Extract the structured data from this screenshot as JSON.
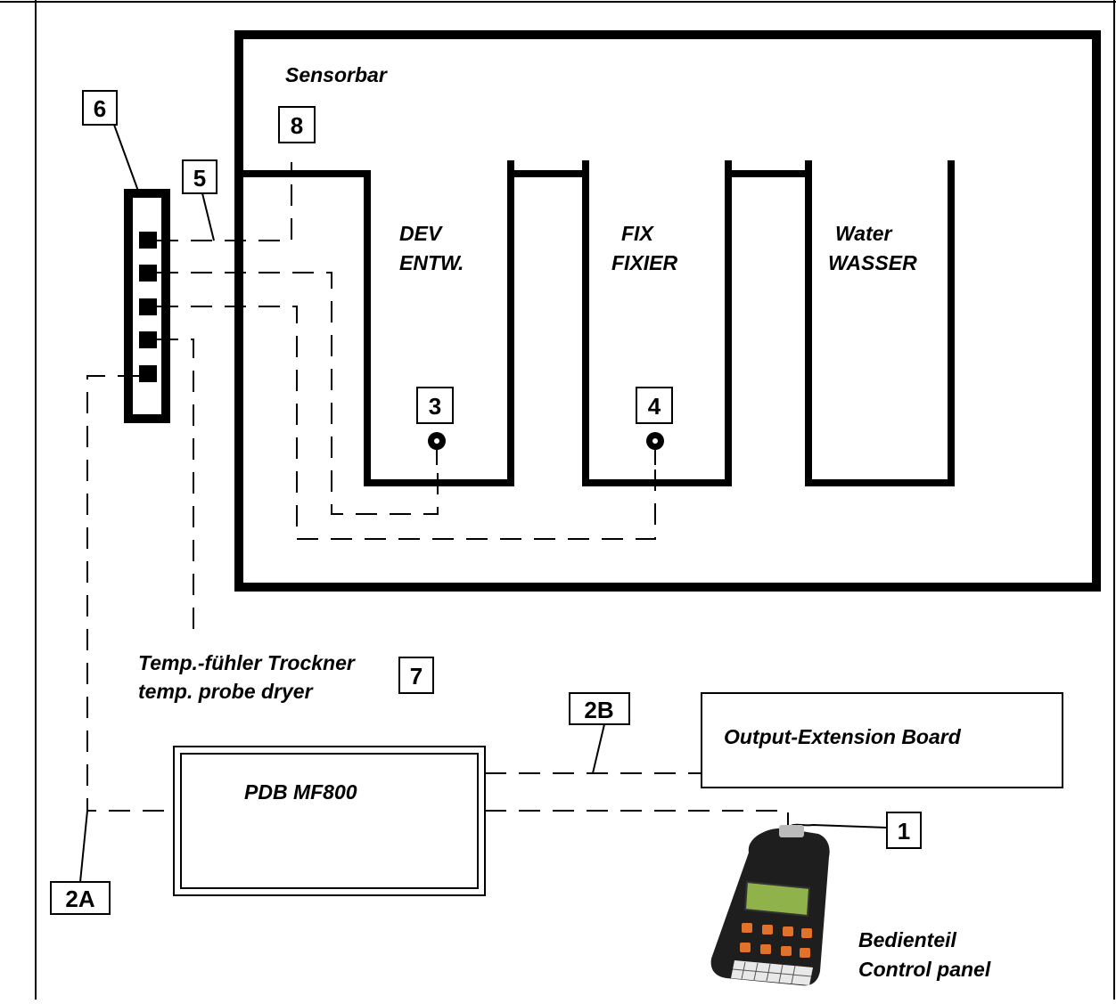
{
  "labels": {
    "sensorbar": "Sensorbar",
    "dev_line1": "DEV",
    "dev_line2": "ENTW.",
    "fix_line1": "FIX",
    "fix_line2": "FIXIER",
    "water_line1": "Water",
    "water_line2": "WASSER",
    "probe_line1": "Temp.-fühler Trockner",
    "probe_line2": "temp. probe dryer",
    "output_board": "Output-Extension Board",
    "pdb": "PDB MF800",
    "panel_line1": "Bedienteil",
    "panel_line2": "Control panel"
  },
  "callouts": {
    "c1": "1",
    "c2a": "2A",
    "c2b": "2B",
    "c3": "3",
    "c4": "4",
    "c5": "5",
    "c6": "6",
    "c7": "7",
    "c8": "8"
  },
  "colors": {
    "ink": "#000000",
    "panel_body": "#1e1e1e",
    "panel_lcd": "#8fb34a",
    "panel_keys": "#e0722b",
    "panel_keypad": "#e8e8e8"
  }
}
